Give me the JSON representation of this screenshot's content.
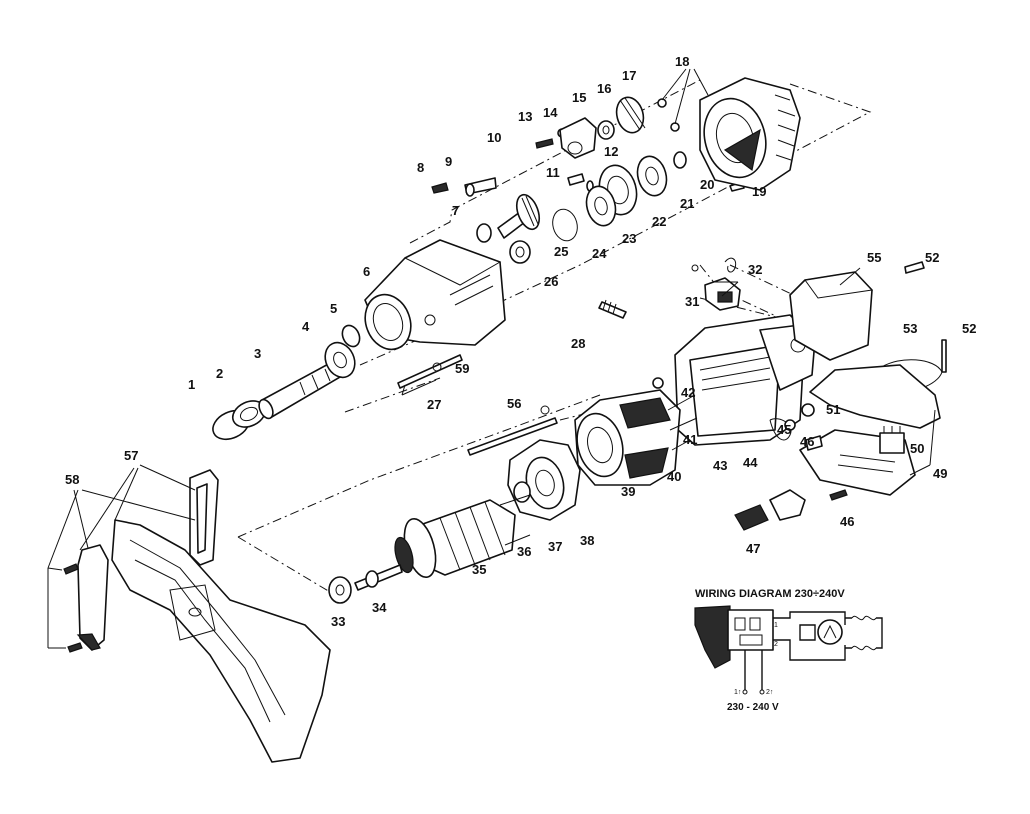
{
  "diagram": {
    "callouts": [
      "1",
      "2",
      "3",
      "4",
      "5",
      "6",
      "7",
      "8",
      "9",
      "10",
      "11",
      "12",
      "13",
      "14",
      "15",
      "16",
      "17",
      "18",
      "19",
      "20",
      "21",
      "22",
      "23",
      "24",
      "25",
      "26",
      "27",
      "28",
      "31",
      "32",
      "33",
      "34",
      "35",
      "36",
      "37",
      "38",
      "39",
      "40",
      "41",
      "42",
      "43",
      "44",
      "45",
      "46",
      "47",
      "49",
      "50",
      "51",
      "52",
      "53",
      "55",
      "56",
      "57",
      "58",
      "59"
    ],
    "wiring_diagram": {
      "title": "WIRING DIAGRAM 230÷240V",
      "voltage": "230 - 240 V",
      "terminal_1": "1",
      "terminal_2": "2",
      "terminal_1_mark": "1↑",
      "terminal_2_mark": "2↑"
    }
  }
}
